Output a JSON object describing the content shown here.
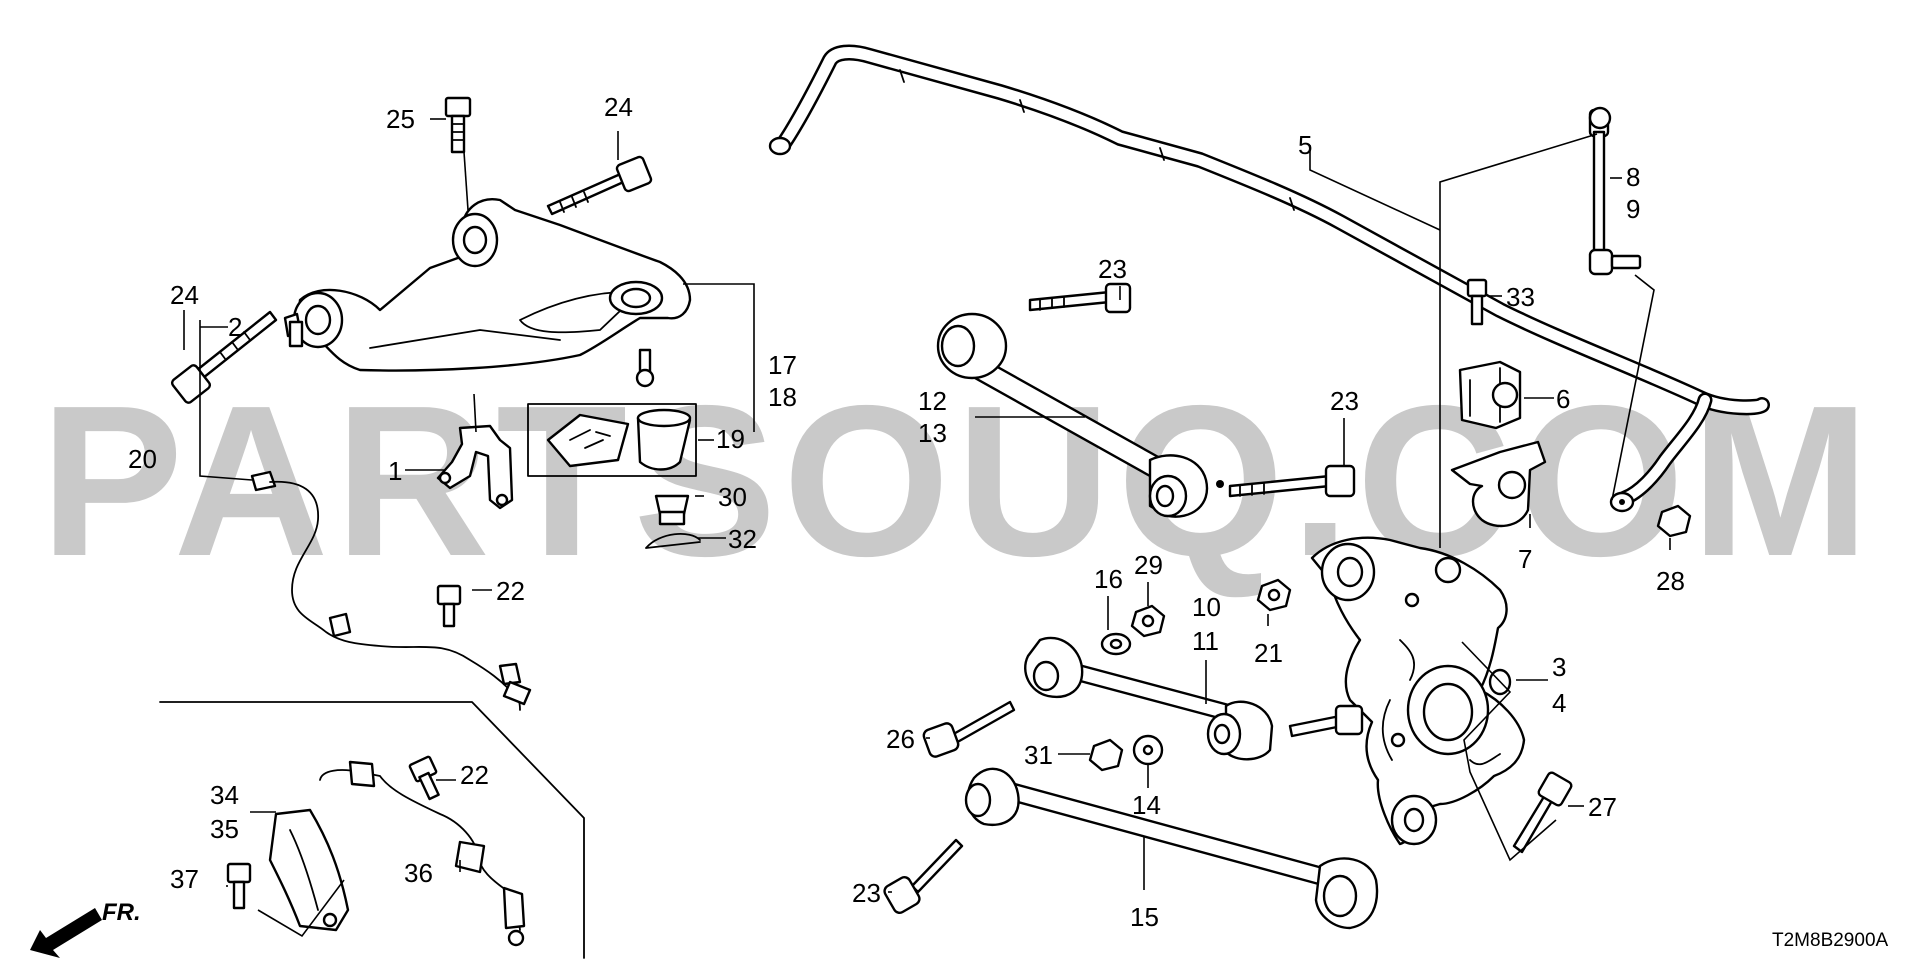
{
  "watermark": "PARTSOUQ.COM",
  "diagram_code": "T2M8B2900A",
  "direction_label": "FR.",
  "callouts": {
    "n1": "1",
    "n2": "2",
    "n3": "3",
    "n4": "4",
    "n5": "5",
    "n6": "6",
    "n7": "7",
    "n8": "8",
    "n9": "9",
    "n10": "10",
    "n11": "11",
    "n12": "12",
    "n13": "13",
    "n14": "14",
    "n15": "15",
    "n16": "16",
    "n17": "17",
    "n18": "18",
    "n19": "19",
    "n20": "20",
    "n21": "21",
    "n22a": "22",
    "n22b": "22",
    "n23a": "23",
    "n23b": "23",
    "n23c": "23",
    "n24a": "24",
    "n24b": "24",
    "n25": "25",
    "n26": "26",
    "n27": "27",
    "n28": "28",
    "n29": "29",
    "n30": "30",
    "n31": "31",
    "n32": "32",
    "n33": "33",
    "n34": "34",
    "n35": "35",
    "n36": "36",
    "n37": "37"
  },
  "colors": {
    "line": "#000000",
    "background": "#ffffff",
    "watermark": "#c9c9c9"
  }
}
